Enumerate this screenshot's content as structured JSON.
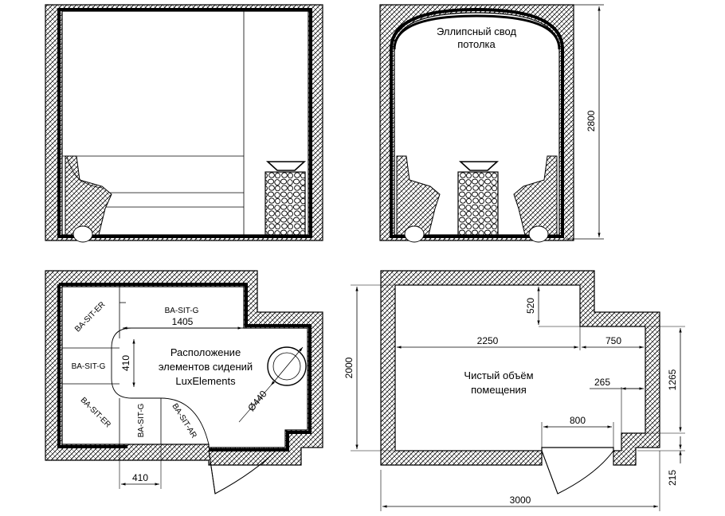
{
  "labels": {
    "vault_line1": "Эллипсный свод",
    "vault_line2": "потолка",
    "layout_line1": "Расположение",
    "layout_line2": "элементов сидений",
    "layout_line3": "LuxElements",
    "volume_line1": "Чистый объём",
    "volume_line2": "помещения"
  },
  "seats": {
    "er_top": "BA-SIT-ER",
    "g_top": "BA-SIT-G",
    "g_left": "BA-SIT-G",
    "er_bottom": "BA-SIT-ER",
    "g_bottom": "BA-SIT-G",
    "ar": "BA-SIT-AR"
  },
  "dimensions": {
    "height_2800": "2800",
    "len_1405": "1405",
    "depth_410_v": "410",
    "diam_440": "Ø440",
    "depth_410_h": "410",
    "width_2000": "2000",
    "d_520": "520",
    "d_2250": "2250",
    "d_750": "750",
    "d_1265": "1265",
    "d_265": "265",
    "d_800": "800",
    "d_3000": "3000",
    "d_215": "215"
  },
  "colors": {
    "line": "#000000",
    "background": "#ffffff"
  }
}
